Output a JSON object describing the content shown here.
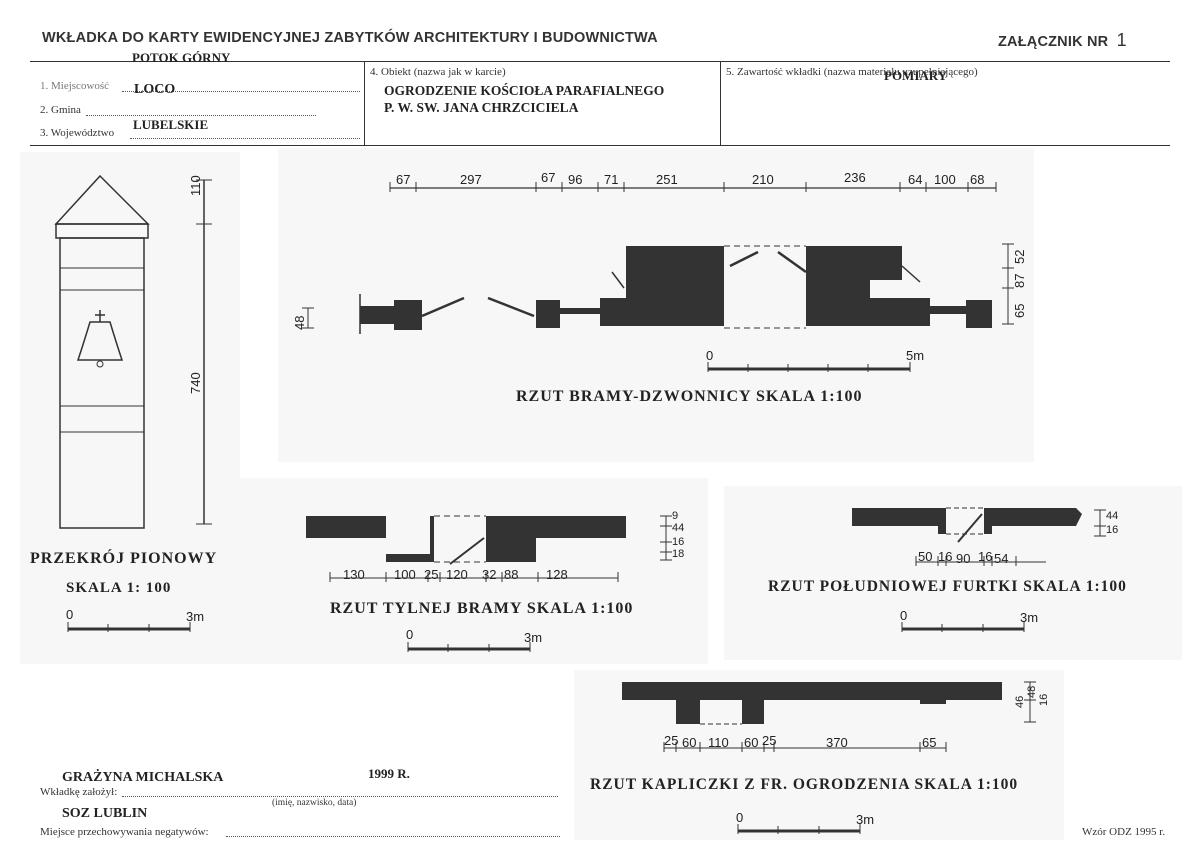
{
  "header": {
    "title": "WKŁADKA DO KARTY EWIDENCYJNEJ ZABYTKÓW ARCHITEKTURY I BUDOWNICTWA",
    "annex_label": "ZAŁĄCZNIK NR",
    "annex_number": "1"
  },
  "form": {
    "field1_label": "1. Miejscowość",
    "field1_value": "POTOK GÓRNY",
    "field1_value2": "LOCO",
    "field2_label": "2. Gmina",
    "field3_label": "3. Województwo",
    "field3_value": "LUBELSKIE",
    "field4_label": "4. Obiekt (nazwa jak w karcie)",
    "field4_value_line1": "OGRODZENIE KOŚCIOŁA PARAFIALNEGO",
    "field4_value_line2": "P. W. SW. JANA CHRZCICIELA",
    "field5_label": "5. Zawartość wkładki (nazwa materiału uzupełniającego)",
    "field5_value": "POMIARY"
  },
  "drawings": {
    "section": {
      "title": "PRZEKRÓJ  PIONOWY",
      "scale": "SKALA 1: 100",
      "dim_top": "110",
      "dim_main": "740",
      "bar_start": "0",
      "bar_end": "3m"
    },
    "bell_gate": {
      "title": "RZUT  BRAMY-DZWONNICY  SKALA 1:100",
      "dims": [
        "67",
        "297",
        "67",
        "96",
        "71",
        "251",
        "210",
        "236",
        "64",
        "100",
        "68"
      ],
      "side_dims": [
        "52",
        "87",
        "65"
      ],
      "left_dim": "48",
      "bar_start": "0",
      "bar_end": "5m"
    },
    "rear_gate": {
      "title": "RZUT  TYLNEJ  BRAMY  SKALA 1:100",
      "dims": [
        "130",
        "100",
        "25",
        "120",
        "32",
        "88",
        "128"
      ],
      "side_dims": [
        "9",
        "44",
        "16",
        "18"
      ],
      "bar_start": "0",
      "bar_end": "3m"
    },
    "south_wicket": {
      "title": "RZUT  POŁUDNIOWEJ  FURTKI  SKALA 1:100",
      "dims": [
        "50",
        "16",
        "90",
        "16",
        "54"
      ],
      "side_dims": [
        "44",
        "16"
      ],
      "bar_start": "0",
      "bar_end": "3m"
    },
    "chapel": {
      "title": "RZUT  KAPLICZKI  Z FR.  OGRODZENIA  SKALA  1:100",
      "dims": [
        "25",
        "60",
        "110",
        "60",
        "25",
        "370",
        "65"
      ],
      "side_dims": [
        "46",
        "48",
        "16"
      ],
      "bar_start": "0",
      "bar_end": "3m"
    }
  },
  "footer": {
    "author_name": "GRAŻYNA MICHALSKA",
    "date": "1999 R.",
    "author_label": "Wkładkę założył:",
    "author_hint": "(imię, nazwisko, data)",
    "storage_value": "SOZ LUBLIN",
    "storage_label": "Miejsce przechowywania negatywów:",
    "form_model": "Wzór ODZ 1995 r."
  }
}
